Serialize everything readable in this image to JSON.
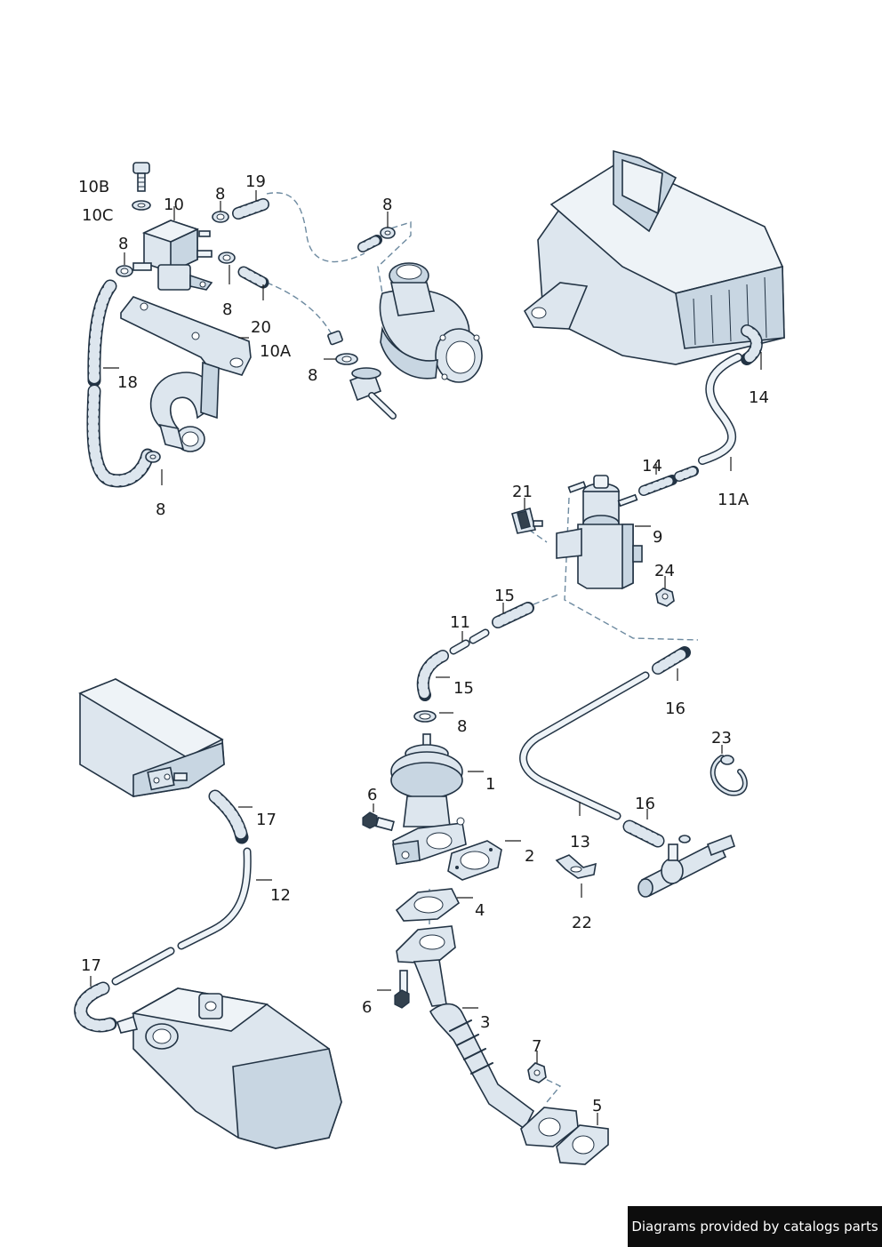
{
  "labels": {
    "l10B": "10B",
    "l10C": "10C",
    "l10": "10",
    "l8a": "8",
    "l8b": "8",
    "l19": "19",
    "l8c": "8",
    "l8d": "8",
    "l20": "20",
    "l10A": "10A",
    "l8e": "8",
    "l18": "18",
    "l8f": "8",
    "l14a": "14",
    "l14b": "14",
    "l11A": "11A",
    "l21": "21",
    "l9": "9",
    "l24": "24",
    "l15a": "15",
    "l11": "11",
    "l15b": "15",
    "l8g": "8",
    "l16a": "16",
    "l1": "1",
    "l6a": "6",
    "l23": "23",
    "l16b": "16",
    "l17a": "17",
    "l2": "2",
    "l13": "13",
    "l12": "12",
    "l4": "4",
    "l22": "22",
    "l17b": "17",
    "l6b": "6",
    "l3": "3",
    "l7": "7",
    "l5": "5"
  },
  "colors": {
    "part_fill": "#dde6ee",
    "part_shade": "#c8d6e2",
    "outline": "#223344",
    "hose_dots": "#7a95ab"
  },
  "credit": "Diagrams provided by catalogs parts"
}
